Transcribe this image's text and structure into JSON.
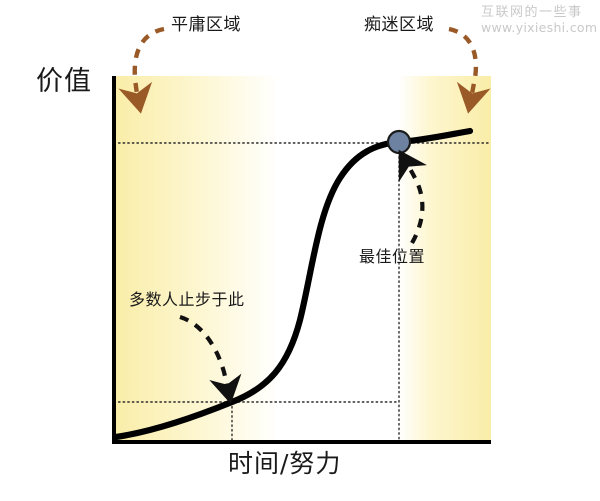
{
  "figure": {
    "title_visible": false,
    "background_color": "#ffffff"
  },
  "axes": {
    "y_label": "价值",
    "x_label": "时间/努力",
    "axis_color": "#000000"
  },
  "annotations": {
    "zone_left": "平庸区域",
    "zone_right": "痴迷区域",
    "stop_point": "多数人止步于此",
    "optimal_point": "最佳位置"
  },
  "watermark": {
    "cn": "互联网的一些事",
    "url": "www.yixieshi.com",
    "color": "#c9c9c9"
  },
  "colors": {
    "zone_fill": "#faefaf",
    "zone_fade": "#ffffff",
    "curve": "#000000",
    "marker_fill": "#6d82a0",
    "marker_stroke": "#1a1a1a",
    "brown_arrow": "#9a5a28",
    "black_arrow": "#111111",
    "gridline": "#333333"
  },
  "chart_data": {
    "type": "line",
    "title": "",
    "xlabel": "时间/努力",
    "ylabel": "价值",
    "xlim": [
      0,
      1
    ],
    "ylim": [
      0,
      1
    ],
    "grid": "dotted-reference-lines",
    "legend": "none",
    "series": [
      {
        "name": "价值曲线",
        "description": "S 形增长曲线 (sigmoid)",
        "x": [
          0.0,
          0.05,
          0.1,
          0.15,
          0.2,
          0.25,
          0.3,
          0.35,
          0.4,
          0.45,
          0.5,
          0.55,
          0.6,
          0.65,
          0.7,
          0.75,
          0.8,
          0.85,
          0.9,
          0.95,
          1.0
        ],
        "y": [
          0.02,
          0.03,
          0.05,
          0.07,
          0.09,
          0.11,
          0.14,
          0.17,
          0.22,
          0.31,
          0.46,
          0.62,
          0.73,
          0.8,
          0.85,
          0.88,
          0.9,
          0.92,
          0.93,
          0.94,
          0.95
        ]
      }
    ],
    "reference_lines": [
      {
        "name": "低位水平线",
        "orientation": "horizontal",
        "y": 0.11,
        "style": "dotted"
      },
      {
        "name": "最佳位置水平线",
        "orientation": "horizontal",
        "y": 0.9,
        "style": "dotted"
      },
      {
        "name": "多数人止步竖线",
        "orientation": "vertical",
        "x": 0.25,
        "style": "dotted"
      },
      {
        "name": "最佳位置竖线",
        "orientation": "vertical",
        "x": 0.76,
        "style": "dotted"
      }
    ],
    "markers": [
      {
        "name": "最佳位置",
        "x": 0.76,
        "y": 0.9,
        "shape": "circle",
        "color": "#6d82a0"
      }
    ],
    "shaded_regions": [
      {
        "name": "平庸区域",
        "x_from": 0.0,
        "x_to": 0.42,
        "fill": "#faefaf",
        "fade_to": "#ffffff"
      },
      {
        "name": "痴迷区域",
        "x_from": 0.76,
        "x_to": 1.0,
        "fill": "#faefaf",
        "fade_to": "#ffffff"
      }
    ]
  }
}
